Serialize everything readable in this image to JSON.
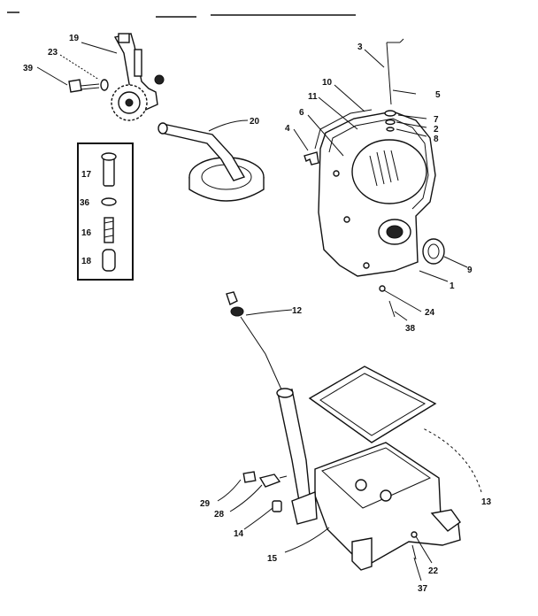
{
  "diagram": {
    "callouts": [
      {
        "id": "c1",
        "text": "1"
      },
      {
        "id": "c2",
        "text": "2"
      },
      {
        "id": "c3",
        "text": "3"
      },
      {
        "id": "c4",
        "text": "4"
      },
      {
        "id": "c5",
        "text": "5"
      },
      {
        "id": "c6",
        "text": "6"
      },
      {
        "id": "c7",
        "text": "7"
      },
      {
        "id": "c8",
        "text": "8"
      },
      {
        "id": "c9",
        "text": "9"
      },
      {
        "id": "c10",
        "text": "10"
      },
      {
        "id": "c11",
        "text": "11"
      },
      {
        "id": "c12",
        "text": "12"
      },
      {
        "id": "c13",
        "text": "13"
      },
      {
        "id": "c14",
        "text": "14"
      },
      {
        "id": "c15",
        "text": "15"
      },
      {
        "id": "c16",
        "text": "16"
      },
      {
        "id": "c17",
        "text": "17"
      },
      {
        "id": "c18",
        "text": "18"
      },
      {
        "id": "c19",
        "text": "19"
      },
      {
        "id": "c20",
        "text": "20"
      },
      {
        "id": "c22",
        "text": "22"
      },
      {
        "id": "c23",
        "text": "23"
      },
      {
        "id": "c24",
        "text": "24"
      },
      {
        "id": "c28",
        "text": "28"
      },
      {
        "id": "c29",
        "text": "29"
      },
      {
        "id": "c36",
        "text": "36"
      },
      {
        "id": "c37",
        "text": "37"
      },
      {
        "id": "c38",
        "text": "38"
      },
      {
        "id": "c39",
        "text": "39"
      }
    ]
  }
}
